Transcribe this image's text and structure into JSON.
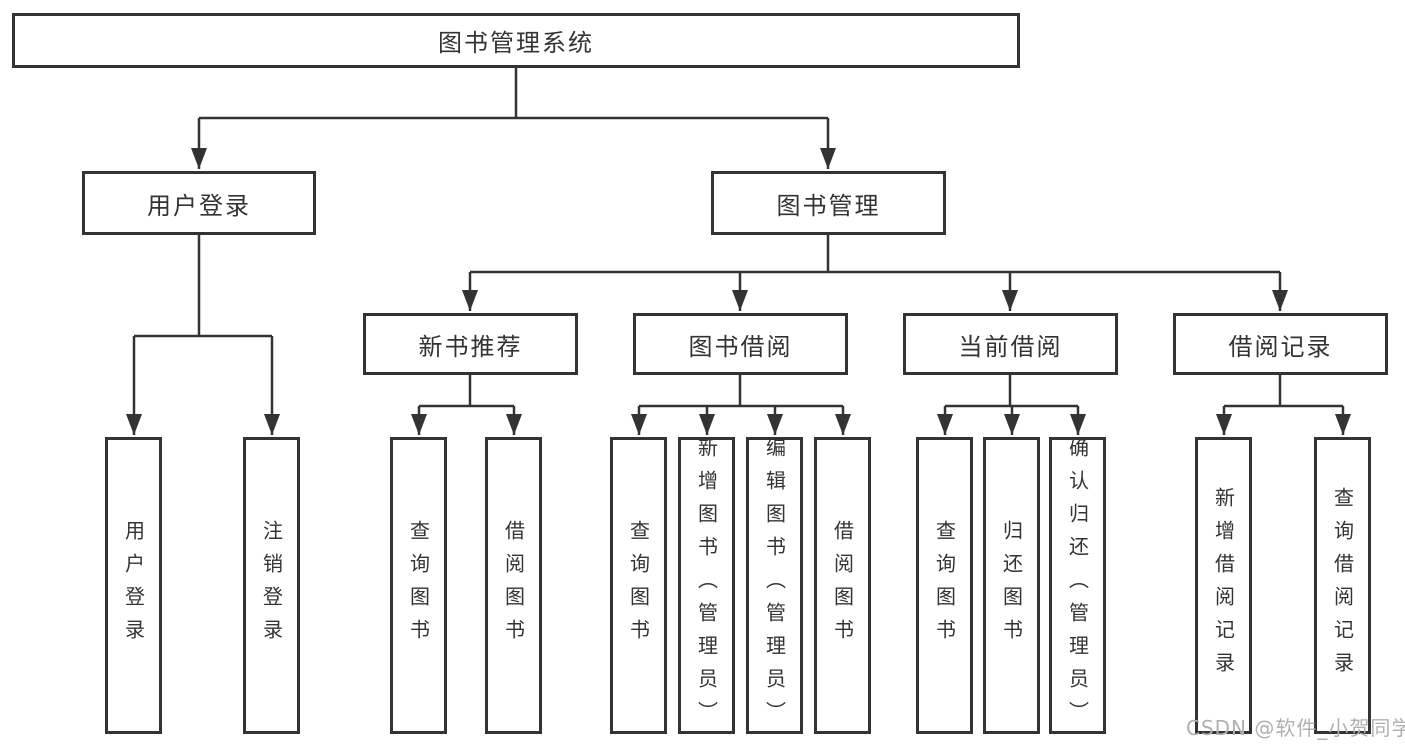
{
  "tree": {
    "root": {
      "label": "图书管理系统"
    },
    "branches": [
      {
        "label": "用户登录",
        "children": [
          {
            "label": "用户登录"
          },
          {
            "label": "注销登录"
          }
        ]
      },
      {
        "label": "图书管理",
        "children": [
          {
            "label": "新书推荐",
            "children": [
              {
                "label": "查询图书"
              },
              {
                "label": "借阅图书"
              }
            ]
          },
          {
            "label": "图书借阅",
            "children": [
              {
                "label": "查询图书"
              },
              {
                "label": "新增图书（管理员）"
              },
              {
                "label": "编辑图书（管理员）"
              },
              {
                "label": "借阅图书"
              }
            ]
          },
          {
            "label": "当前借阅",
            "children": [
              {
                "label": "查询图书"
              },
              {
                "label": "归还图书"
              },
              {
                "label": "确认归还（管理员）"
              }
            ]
          },
          {
            "label": "借阅记录",
            "children": [
              {
                "label": "新增借阅记录"
              },
              {
                "label": "查询借阅记录"
              }
            ]
          }
        ]
      }
    ]
  },
  "watermark": {
    "text": "CSDN @软件_小贺同学"
  },
  "colors": {
    "line": "#333333",
    "box_border": "#333333",
    "box_fill": "#ffffff",
    "text": "#333333",
    "watermark": "#b0b0b0"
  }
}
